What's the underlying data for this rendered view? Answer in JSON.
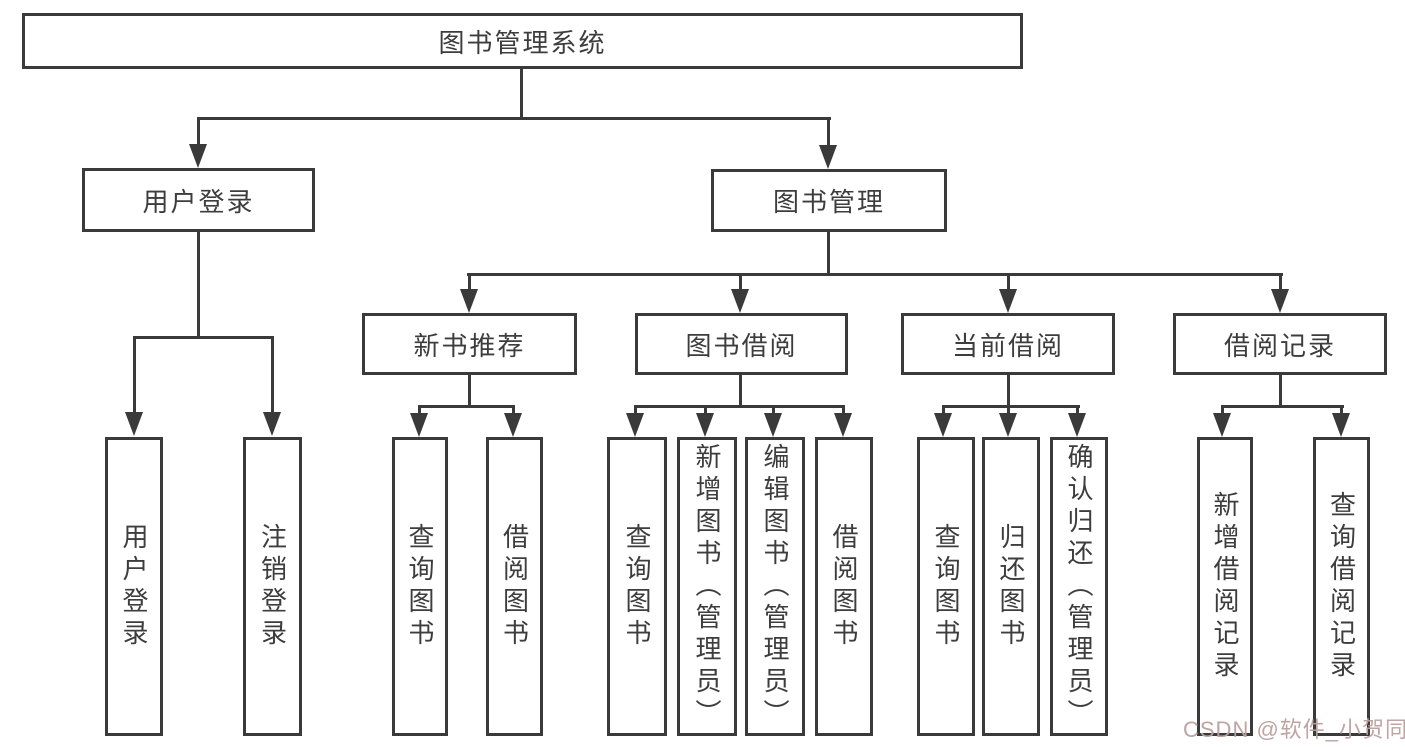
{
  "tree": {
    "label": "图书管理系统",
    "children": [
      {
        "label": "用户登录",
        "children": [
          {
            "label": "用户登录"
          },
          {
            "label": "注销登录"
          }
        ]
      },
      {
        "label": "图书管理",
        "children": [
          {
            "label": "新书推荐",
            "children": [
              {
                "label": "查询图书"
              },
              {
                "label": "借阅图书"
              }
            ]
          },
          {
            "label": "图书借阅",
            "children": [
              {
                "label": "查询图书"
              },
              {
                "label": "新增图书（管理员）"
              },
              {
                "label": "编辑图书（管理员）"
              },
              {
                "label": "借阅图书"
              }
            ]
          },
          {
            "label": "当前借阅",
            "children": [
              {
                "label": "查询图书"
              },
              {
                "label": "归还图书"
              },
              {
                "label": "确认归还（管理员）"
              }
            ]
          },
          {
            "label": "借阅记录",
            "children": [
              {
                "label": "新增借阅记录"
              },
              {
                "label": "查询借阅记录"
              }
            ]
          }
        ]
      }
    ]
  },
  "watermark": {
    "text": "CSDN @软件_小贺同学",
    "color": "#bba09d"
  },
  "colors": {
    "line": "#3a3a3a",
    "text": "#3d3d3d",
    "background": "#ffffff"
  }
}
